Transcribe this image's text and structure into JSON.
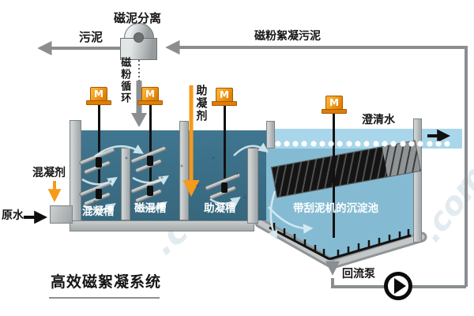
{
  "title": "高效磁絮凝系统",
  "labels": {
    "separator": "磁泥分离",
    "sludge": "污泥",
    "floc_sludge": "磁粉絮凝污泥",
    "powder_recycle": "磁粉循环",
    "coagulant": "混凝剂",
    "coagulant_aid": "助凝剂",
    "raw_water": "原水",
    "clarified_water": "澄清水",
    "tank_coagulation": "混凝槽",
    "tank_magnetic_mix": "磁混槽",
    "tank_aid": "助凝槽",
    "sedimentation_tank": "带刮泥机的沉淀池",
    "return_pump": "回流泵",
    "motor": "M"
  },
  "watermark": {
    "fragment1": "www",
    "fragment2": ".com"
  },
  "colors": {
    "dosing_orange": "#f59a1a",
    "motor_orange": "#ef8a0d",
    "pipe_gray": "#8a8e90",
    "mixing_water": "#3b7289",
    "sedimentation_water": "#85bbd2",
    "clarified_water": "#a9d6ea",
    "wall_gray": "#b9bdbe",
    "lamella_black": "#141414"
  }
}
